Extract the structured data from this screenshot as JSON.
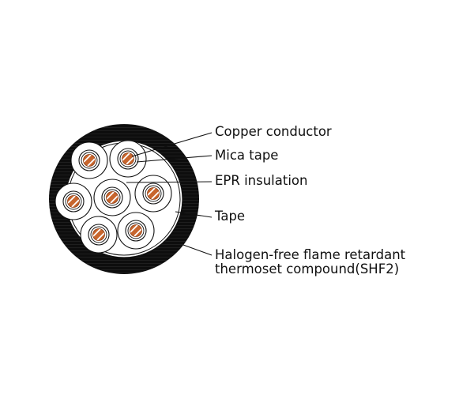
{
  "labels": {
    "copper_conductor": "Copper conductor",
    "mica_tape": "Mica tape",
    "epr_insulation": "EPR insulation",
    "tape": "Tape",
    "sheath_line1": "Halogen-free flame retardant",
    "sheath_line2": "thermoset compound(SHF2)"
  },
  "colors": {
    "sheath": "#0d0d0d",
    "conductor": "#c8662e",
    "line": "#111111"
  }
}
